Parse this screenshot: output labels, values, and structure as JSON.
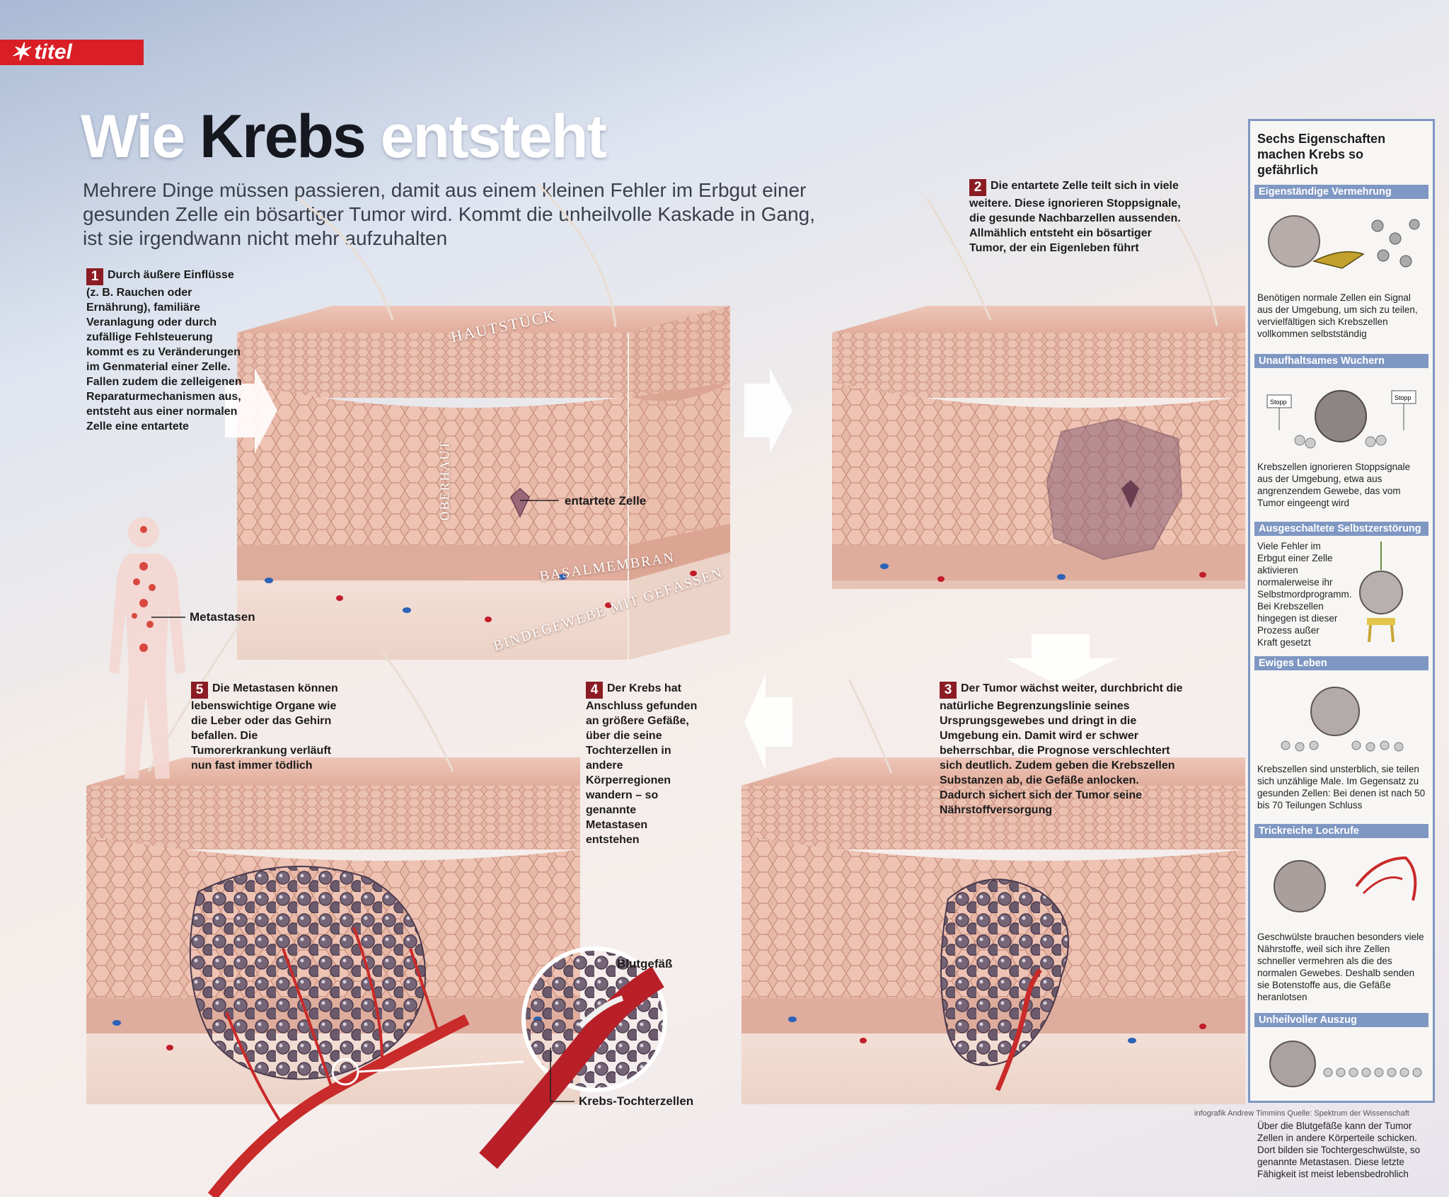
{
  "section": {
    "tag": "titel"
  },
  "headline": {
    "part1": "Wie ",
    "part2": "Krebs",
    "part3": " entsteht"
  },
  "lede": "Mehrere Dinge müssen passieren, damit aus einem kleinen Fehler im Erbgut einer gesunden Zelle ein bösartiger Tumor wird. Kommt die unheilvolle Kaskade in Gang, ist sie irgendwann nicht mehr aufzuhalten",
  "steps": [
    {
      "num": "1",
      "text": "Durch äußere Einflüsse (z. B. Rauchen oder Ernährung), familiäre Veranlagung oder durch zufällige Fehlsteuerung kommt es zu Veränderungen im Genmaterial einer Zelle. Fallen zudem die zelleigenen Reparaturmechanismen aus, entsteht aus einer normalen Zelle eine entartete"
    },
    {
      "num": "2",
      "text": "Die entartete Zelle teilt sich in viele weitere. Diese ignorieren Stoppsignale, die gesunde Nachbarzellen aussenden. Allmählich entsteht ein bösartiger Tumor, der ein Eigenleben führt"
    },
    {
      "num": "3",
      "text": "Der Tumor wächst weiter, durchbricht die natürliche Begrenzungslinie seines Ursprungsgewebes und dringt in die Umgebung ein. Damit wird er schwer beherrschbar, die Prognose verschlechtert sich deutlich. Zudem geben die Krebszellen Substanzen ab, die Gefäße anlocken. Dadurch sichert sich der Tumor seine Nährstoffversorgung"
    },
    {
      "num": "4",
      "text": "Der Krebs hat Anschluss gefunden an größere Gefäße, über die seine Tochterzellen in andere Körperregionen wandern – so genannte Metastasen entstehen"
    },
    {
      "num": "5",
      "text": "Die Metastasen können lebenswichtige Organe wie die Leber oder das Gehirn befallen. Die Tumorerkrankung verläuft nun fast immer tödlich"
    }
  ],
  "skin_labels": {
    "hautstueck": "HAUTSTÜCK",
    "oberhaut": "OBERHAUT",
    "basalmembran": "BASALMEMBRAN",
    "bindegewebe": "BINDEGEWEBE MIT GEFÄSSEN"
  },
  "callouts": {
    "entartete_zelle": "entartete Zelle",
    "metastasen": "Metastasen",
    "blutgefaess": "Blutgefäß",
    "tochterzellen": "Krebs-Tochterzellen"
  },
  "sidebar": {
    "title": "Sechs Eigenschaften machen Krebs so gefährlich",
    "items": [
      {
        "head": "Eigenständige Vermehrung",
        "text": "Benötigen normale Zellen ein Signal aus der Umgebung, um sich zu teilen, vervielfältigen sich Krebszellen vollkommen selbstständig"
      },
      {
        "head": "Unaufhaltsames Wuchern",
        "text": "Krebszellen ignorieren Stoppsignale aus der Umgebung, etwa aus angrenzendem Gewebe, das vom Tumor eingeengt wird",
        "sign": "Stopp"
      },
      {
        "head": "Ausgeschaltete Selbstzerstörung",
        "text": "Viele Fehler im Erbgut einer Zelle aktivieren normalerweise ihr Selbstmordprogramm. Bei Krebszellen hingegen ist dieser Prozess außer Kraft gesetzt"
      },
      {
        "head": "Ewiges Leben",
        "text": "Krebszellen sind unsterblich, sie teilen sich unzählige Male. Im Gegensatz zu gesunden Zellen: Bei denen ist nach 50 bis 70 Teilungen Schluss"
      },
      {
        "head": "Trickreiche Lockrufe",
        "text": "Geschwülste brauchen besonders viele Nährstoffe, weil sich ihre Zellen schneller vermehren als die des normalen Gewebes. Deshalb senden sie Botenstoffe aus, die Gefäße heranlotsen"
      },
      {
        "head": "Unheilvoller Auszug",
        "text": "Über die Blutgefäße kann der Tumor Zellen in andere Körperteile schicken. Dort bilden sie Tochtergeschwülste, so genannte Metastasen. Diese letzte Fähigkeit ist meist lebensbedrohlich"
      }
    ]
  },
  "credit": "infografik  Andrew Timmins  Quelle: Spektrum der Wissenschaft",
  "colors": {
    "accent_red": "#d91e26",
    "step_num": "#8b1c24",
    "sidebar_blue": "#7f97c3",
    "skin": "#e6b3a2"
  }
}
